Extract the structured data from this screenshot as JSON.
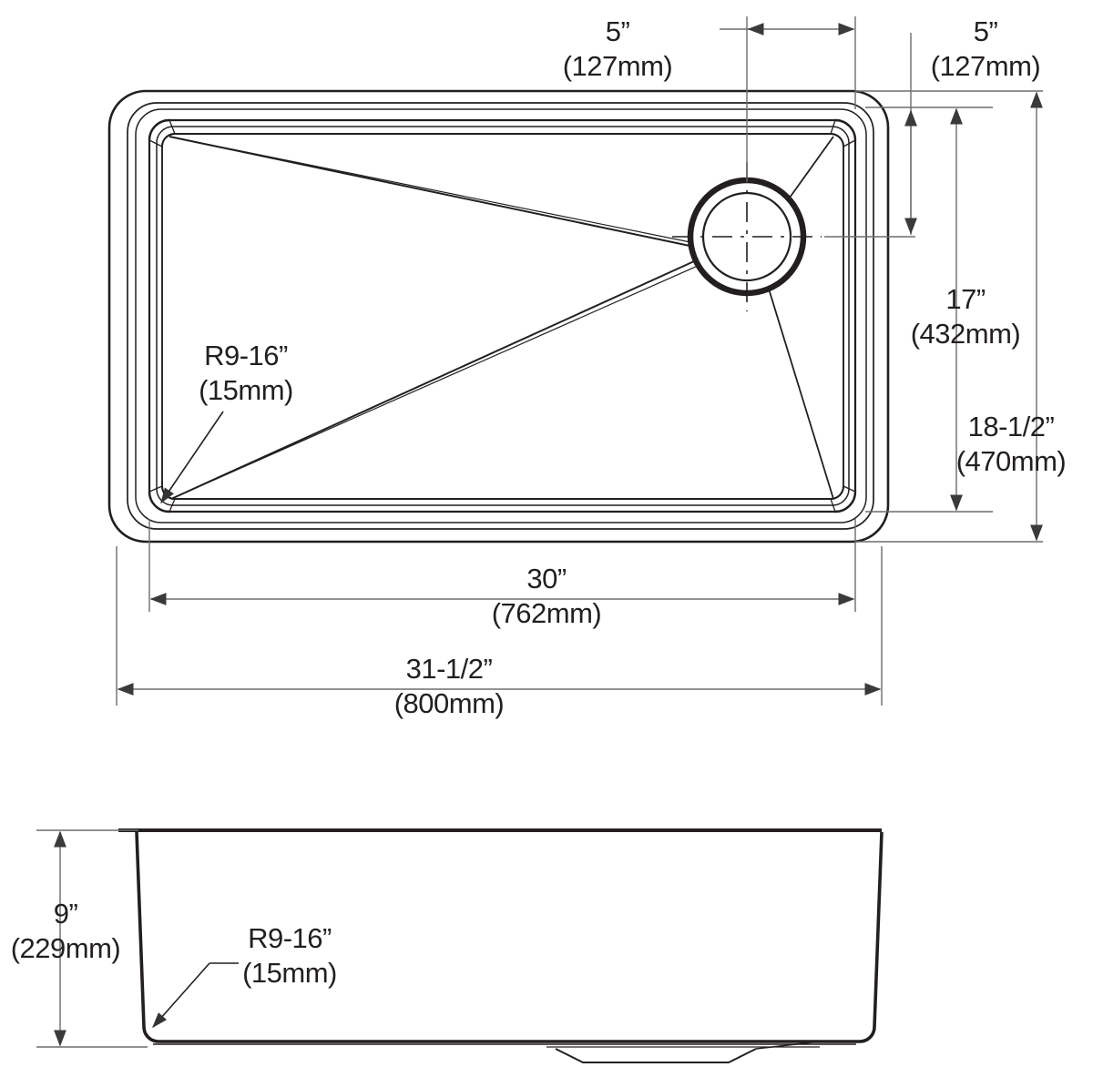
{
  "document": {
    "type": "technical-drawing",
    "subject": "Undermount kitchen sink dimensional drawing",
    "views": [
      "top-view",
      "section-view"
    ],
    "line_color": "#231f20",
    "background_color": "#ffffff"
  },
  "top_view": {
    "name": "top-view",
    "dimensions": {
      "drain_offset_from_right_inner": {
        "imperial": "5”",
        "metric": "(127mm)"
      },
      "drain_offset_from_right_outer": {
        "imperial": "5”",
        "metric": "(127mm)"
      },
      "bowl_depth_front_to_back": {
        "imperial": "17”",
        "metric": "(432mm)"
      },
      "overall_front_to_back": {
        "imperial": "18-1/2”",
        "metric": "(470mm)"
      },
      "bowl_width": {
        "imperial": "30”",
        "metric": "(762mm)"
      },
      "overall_width": {
        "imperial": "31-1/2”",
        "metric": "(800mm)"
      },
      "corner_radius": {
        "imperial": "R9-16”",
        "metric": "(15mm)"
      }
    }
  },
  "section_view": {
    "name": "section-view",
    "dimensions": {
      "bowl_depth": {
        "imperial": "9”",
        "metric": "(229mm)"
      },
      "corner_radius": {
        "imperial": "R9-16”",
        "metric": "(15mm)"
      }
    }
  },
  "labels": {
    "top_drain_left": {
      "line1": "5”",
      "line2": "(127mm)"
    },
    "top_drain_right": {
      "line1": "5”",
      "line2": "(127mm)"
    },
    "radius_top": {
      "line1": "R9-16”",
      "line2": "(15mm)"
    },
    "height_17": {
      "line1": "17”",
      "line2": "(432mm)"
    },
    "height_18_5": {
      "line1": "18-1/2”",
      "line2": "(470mm)"
    },
    "width_30": {
      "line1": "30”",
      "line2": "(762mm)"
    },
    "width_31_5": {
      "line1": "31-1/2”",
      "line2": "(800mm)"
    },
    "depth_9": {
      "line1": "9”",
      "line2": "(229mm)"
    },
    "radius_section": {
      "line1": "R9-16”",
      "line2": "(15mm)"
    }
  }
}
